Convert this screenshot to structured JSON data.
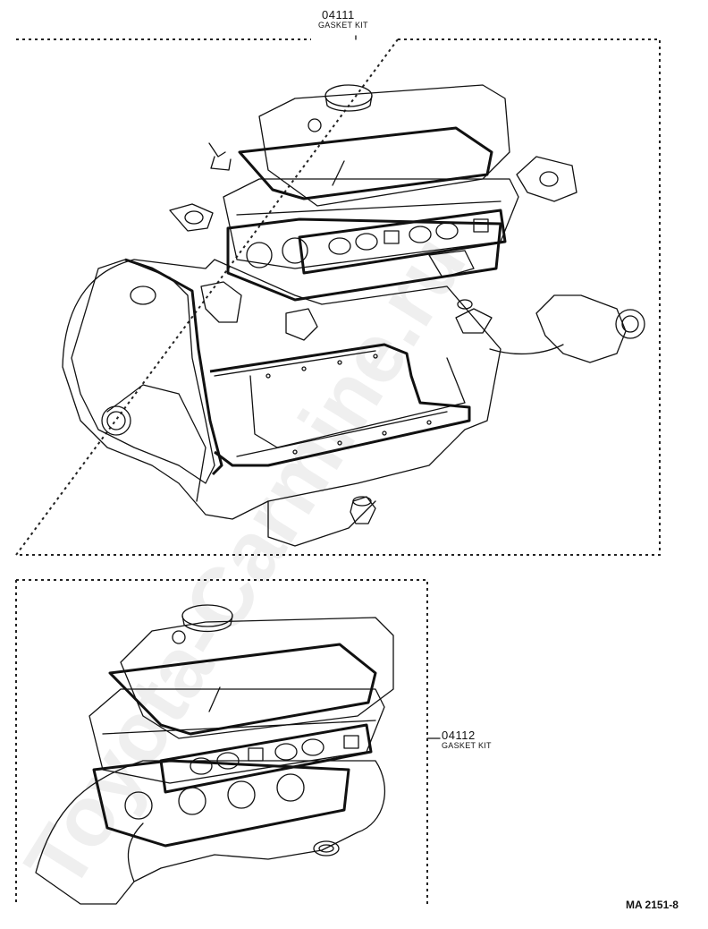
{
  "kits": [
    {
      "part_number": "04111",
      "description": "GASKET KIT"
    },
    {
      "part_number": "04112",
      "description": "GASKET KIT"
    }
  ],
  "figure_code": "MA 2151-8",
  "watermark": "Toyota-Carmine.ru"
}
